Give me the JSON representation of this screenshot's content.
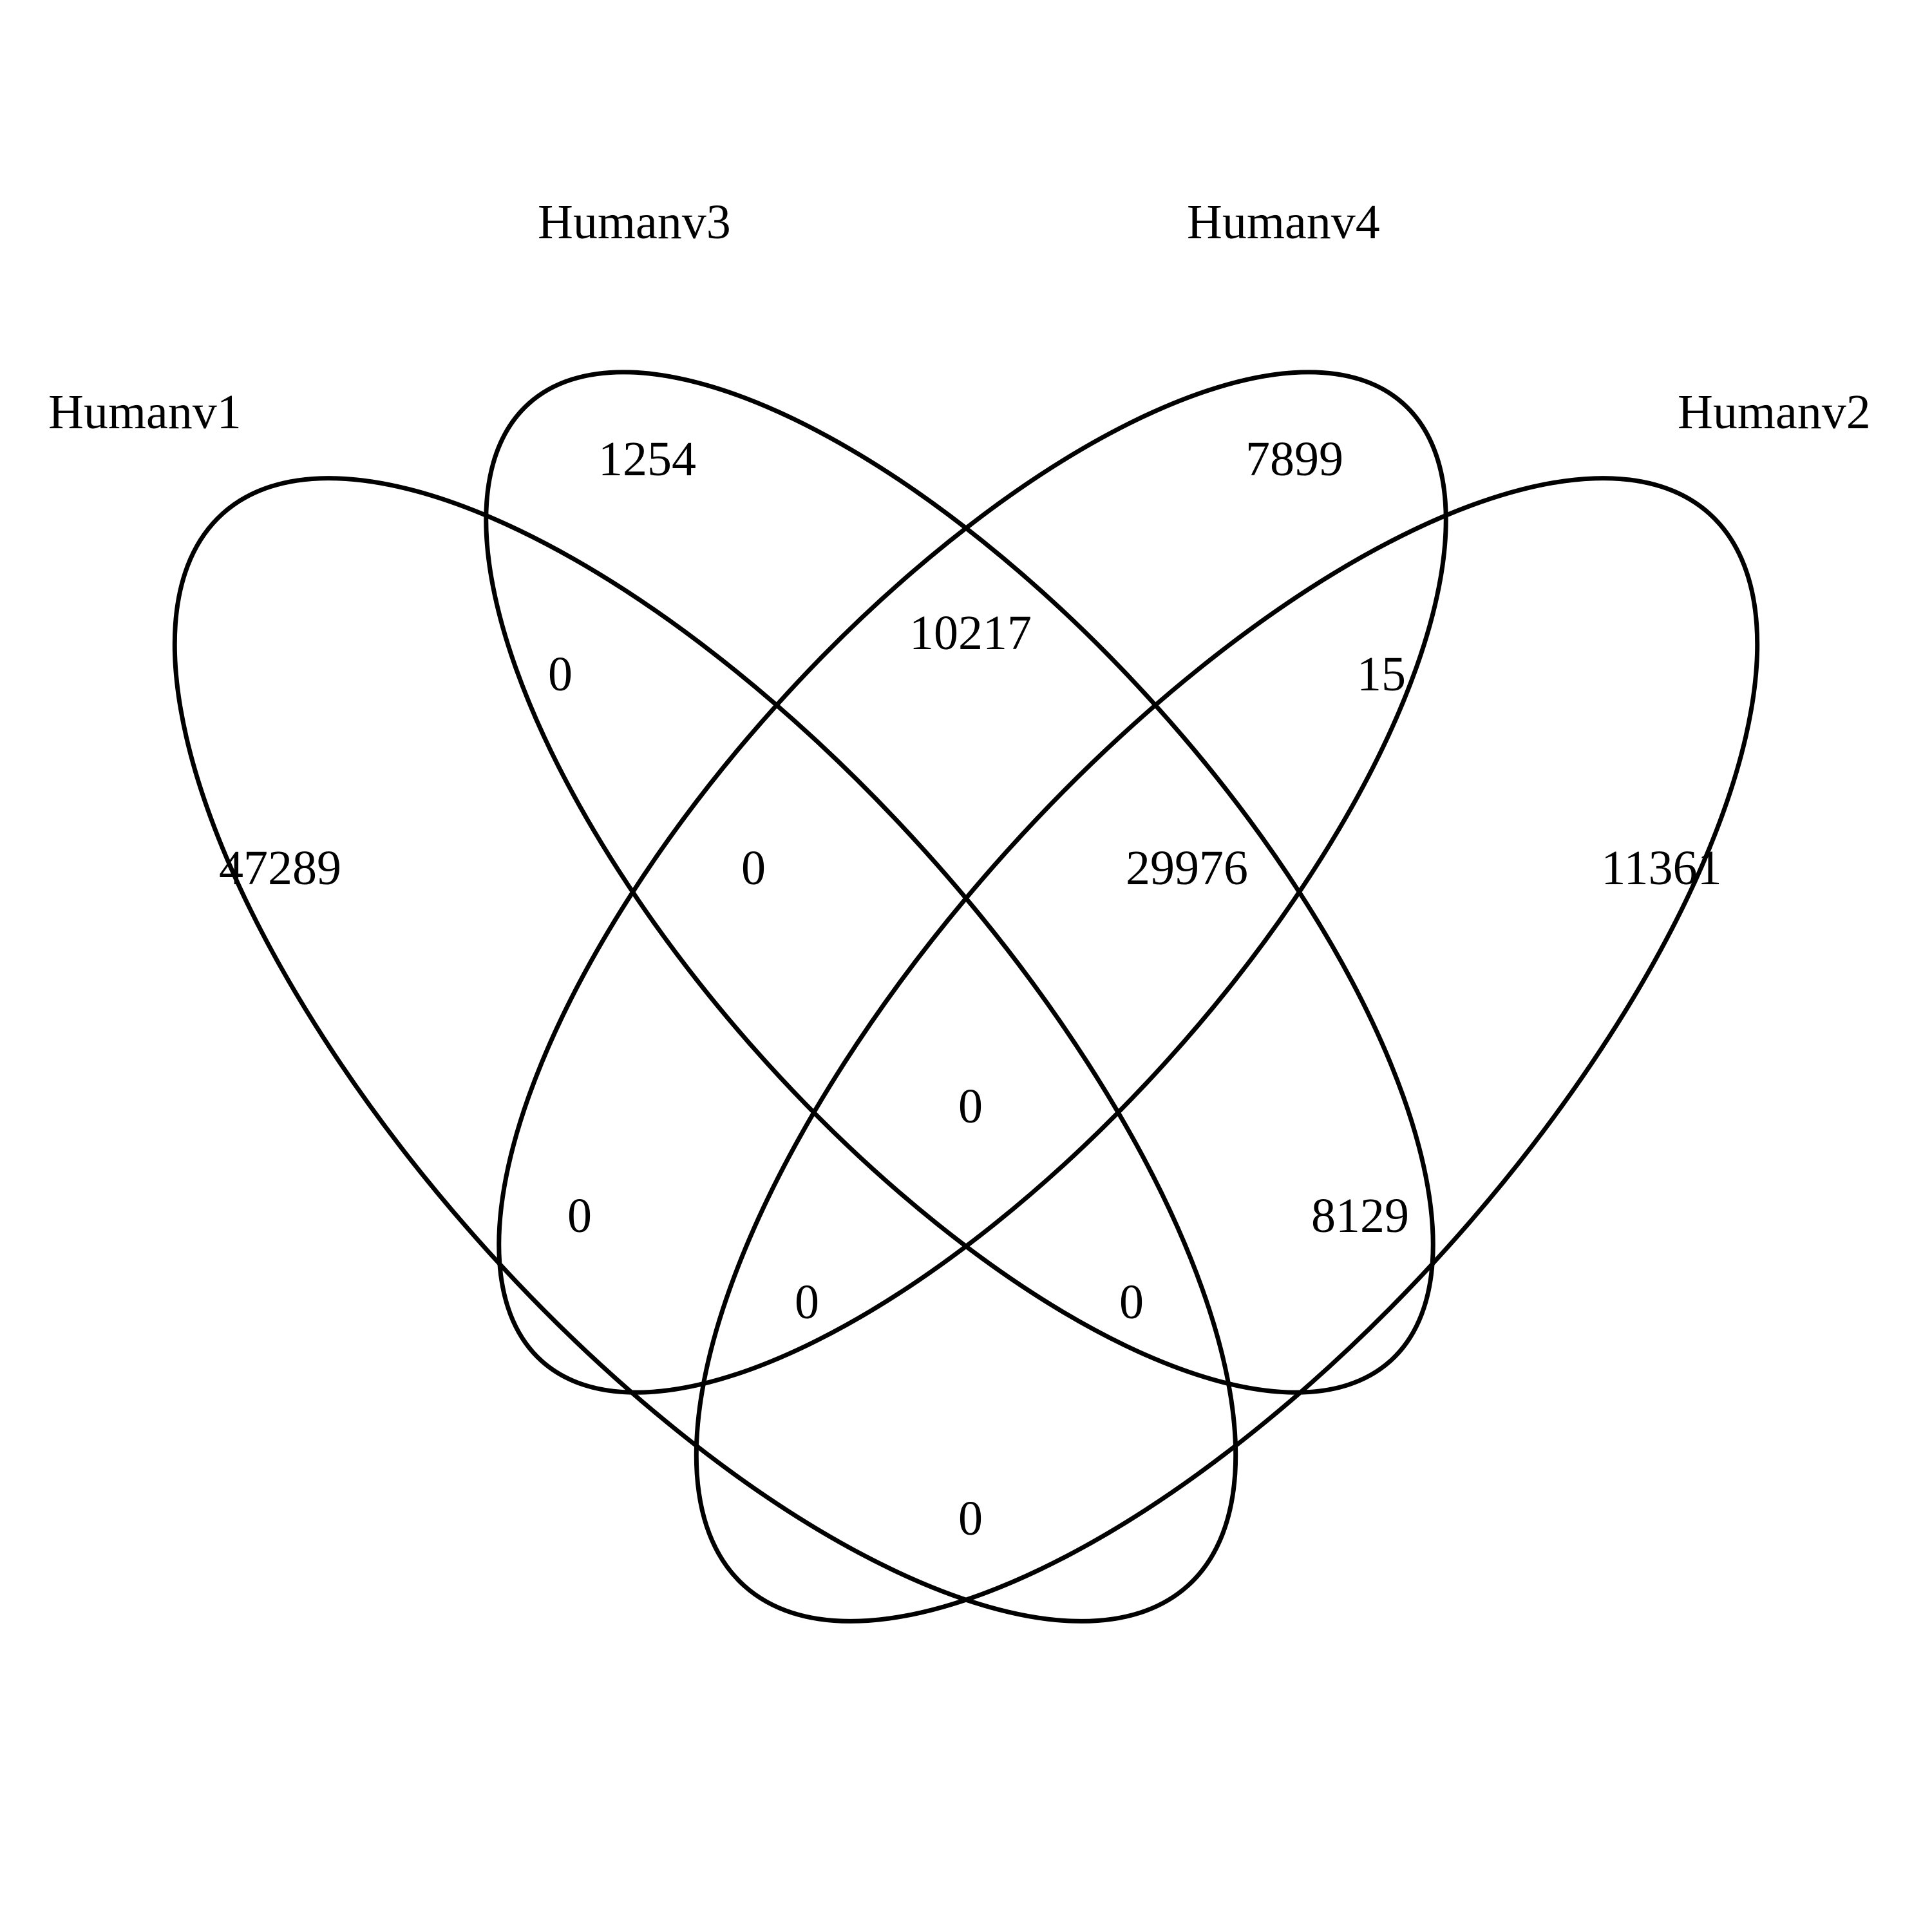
{
  "sets": {
    "humanv1": "Humanv1",
    "humanv2": "Humanv2",
    "humanv3": "Humanv3",
    "humanv4": "Humanv4"
  },
  "regions": {
    "only_v1": "47289",
    "only_v3": "1254",
    "only_v4": "7899",
    "only_v2": "11361",
    "v1_v3": "0",
    "v3_v4": "10217",
    "v2_v4": "15",
    "v1_v3_v4": "0",
    "v2_v3_v4": "29976",
    "all_four": "0",
    "v1_v4": "0",
    "v2_v3": "8129",
    "v1_v2_v4": "0",
    "v1_v2_v3": "0",
    "v1_v2": "0"
  },
  "colors": {
    "stroke": "#000000",
    "background": "#ffffff"
  }
}
